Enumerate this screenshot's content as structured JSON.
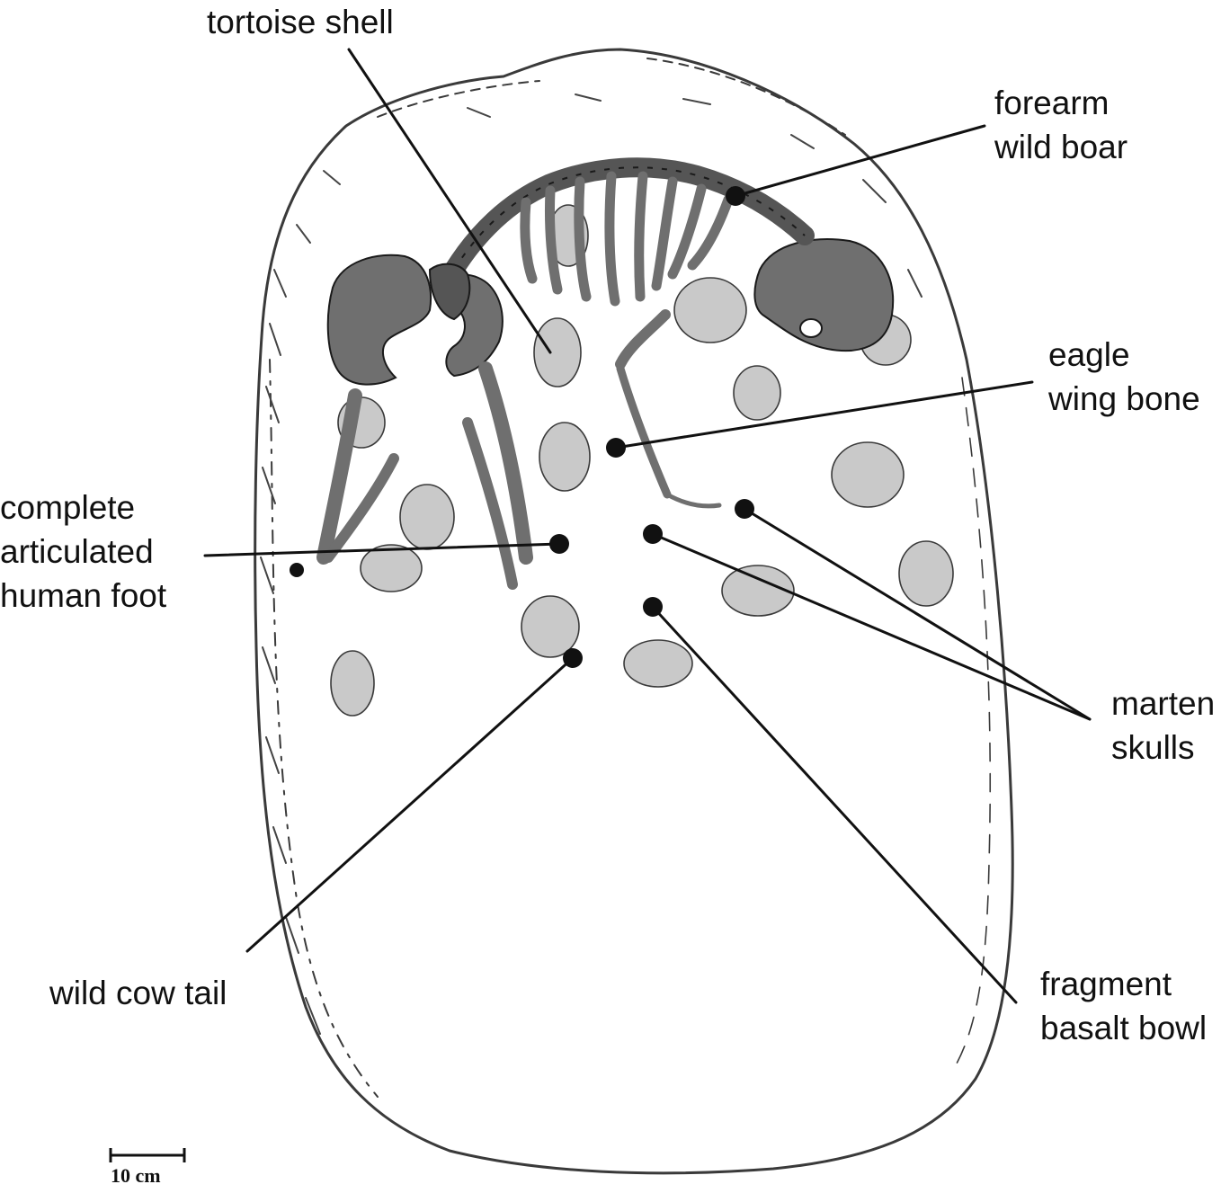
{
  "labels": {
    "tortoise_shell": "tortoise shell",
    "forearm_wild_boar": [
      "forearm",
      "wild boar"
    ],
    "eagle_wing_bone": [
      "eagle",
      "wing bone"
    ],
    "complete_articulated_human_foot": [
      "complete",
      "articulated",
      "human foot"
    ],
    "marten_skulls": [
      "marten",
      "skulls"
    ],
    "wild_cow_tail": "wild cow tail",
    "fragment_basalt_bowl": [
      "fragment",
      "basalt bowl"
    ]
  },
  "scale_bar": {
    "label": "10 cm"
  },
  "colors": {
    "ink": "#111111",
    "bone": "#6f6f6f",
    "bone_dark": "#555555",
    "stone": "#c9c9c9",
    "pit_edge": "#3a3a3a"
  }
}
